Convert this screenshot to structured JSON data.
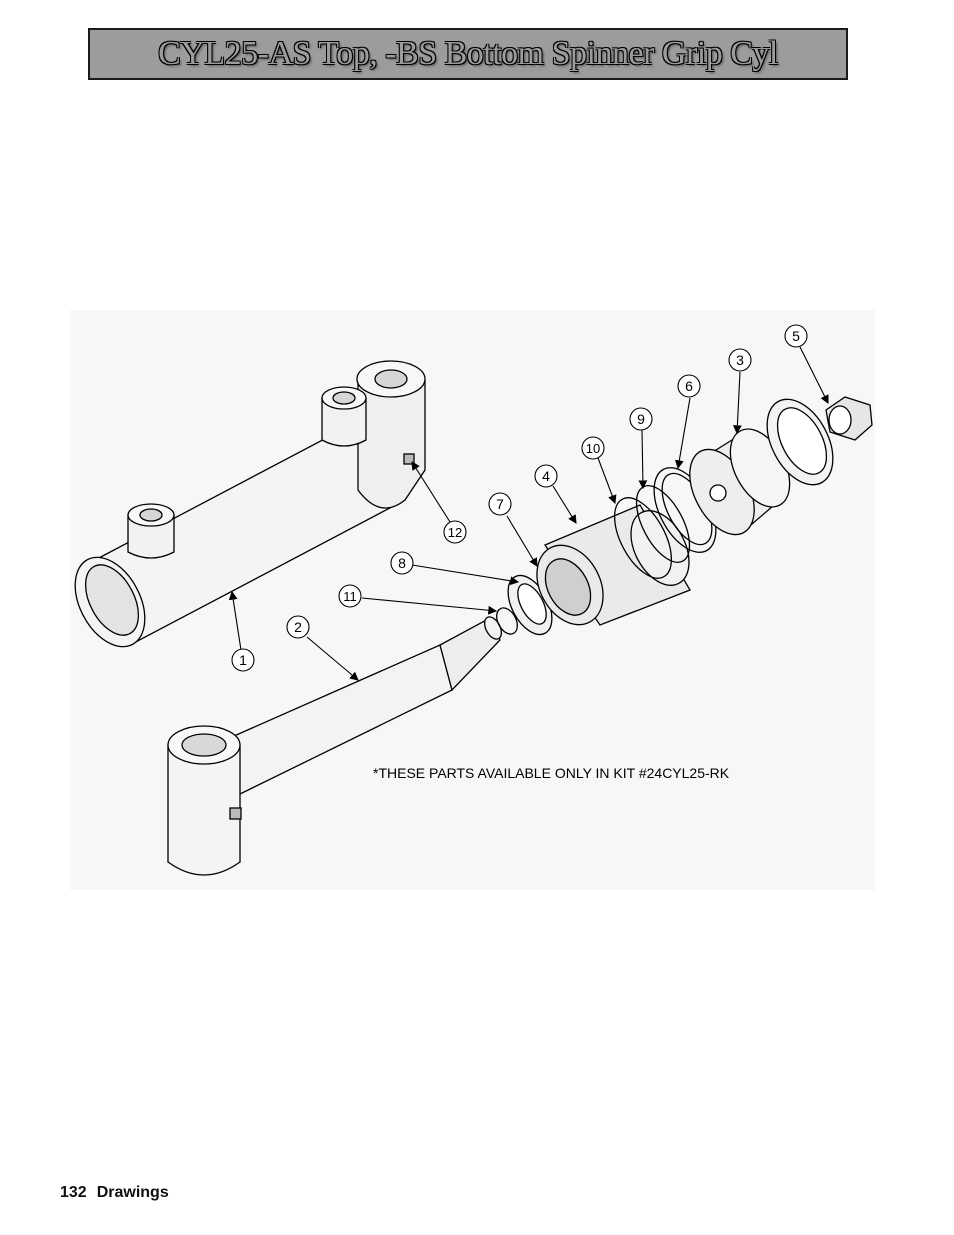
{
  "header": {
    "title": "CYL25-AS Top, -BS Bottom Spinner Grip Cyl"
  },
  "diagram": {
    "callouts": [
      "1",
      "2",
      "3",
      "4",
      "5",
      "6",
      "7",
      "8",
      "9",
      "10",
      "11",
      "12"
    ],
    "note": "*THESE PARTS AVAILABLE ONLY IN KIT #24CYL25-RK"
  },
  "footer": {
    "page_number": "132",
    "section": "Drawings"
  }
}
